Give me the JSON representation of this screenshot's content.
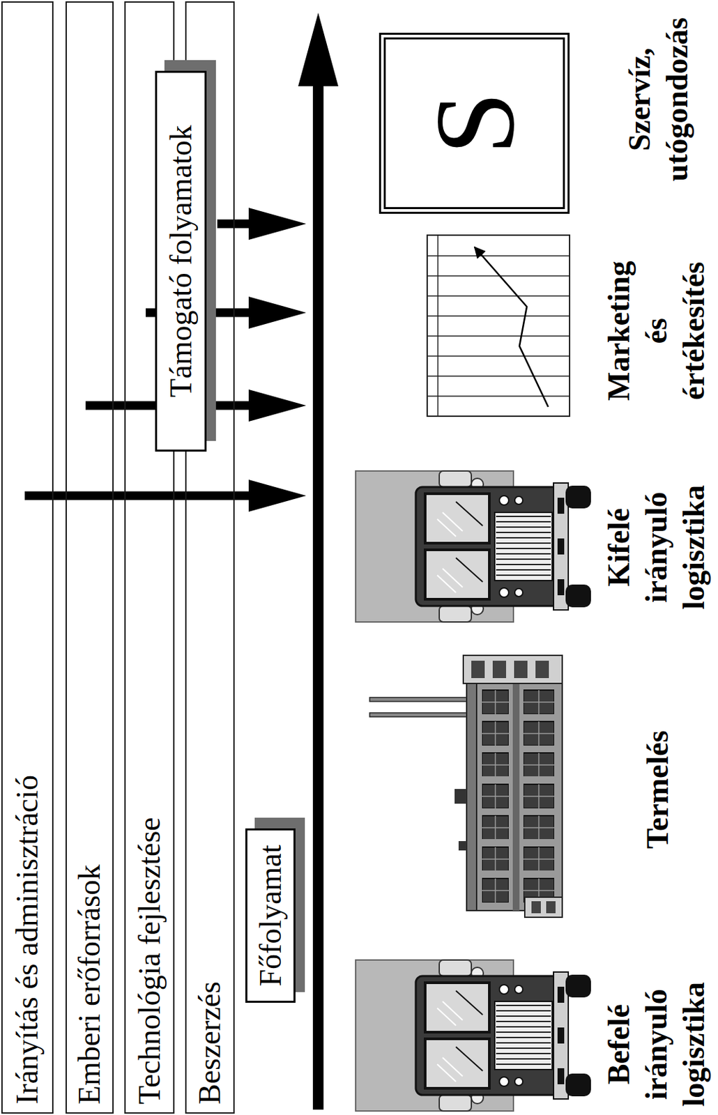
{
  "diagram": {
    "nodes": [
      {
        "text": [
          "Irányítás és adminisztráció"
        ]
      },
      {
        "text": [
          "Emberi erőforrások"
        ]
      },
      {
        "text": [
          "Technológia fejlesztése"
        ]
      },
      {
        "text": [
          "Beszerzés"
        ]
      },
      {
        "text": [
          "Támogató folyamatok"
        ]
      },
      {
        "text": [
          "Főfolyamat"
        ]
      },
      {
        "text": [
          "S"
        ]
      }
    ],
    "labels": [
      "Befelé irányuló logisztika",
      "Termelés",
      "Kifelé irányuló logisztika",
      "Marketing és értékesítés",
      "Szervíz, utógondozás"
    ]
  }
}
